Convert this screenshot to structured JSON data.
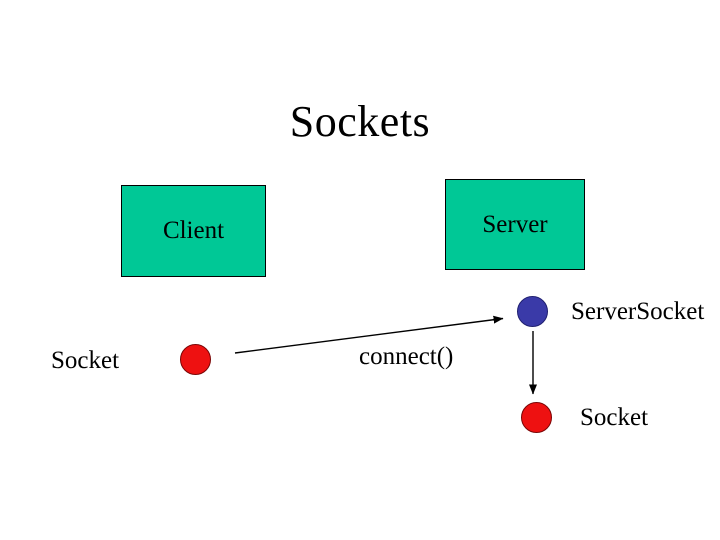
{
  "slide": {
    "title": "Sockets",
    "client_box": {
      "label": "Client"
    },
    "server_box": {
      "label": "Server"
    },
    "labels": {
      "client_socket": "Socket",
      "connect_call": "connect()",
      "serversocket": "ServerSocket",
      "accepted_socket": "Socket"
    },
    "colors": {
      "background": "#ffffff",
      "text": "#000000",
      "box_fill": "#00c896",
      "box_border": "#000000",
      "socket_fill": "#ee1111",
      "socket_border": "#7a0505",
      "serversocket_fill": "#3a3aa8",
      "serversocket_border": "#202070",
      "arrow": "#000000"
    }
  }
}
